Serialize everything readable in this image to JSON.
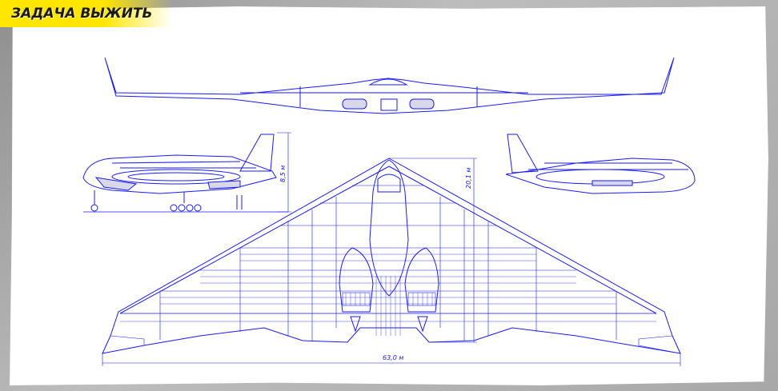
{
  "badge": {
    "text": "ЗАДАЧА ВЫЖИТЬ"
  },
  "dimensions": {
    "height": "8,5 м",
    "length": "20,1 м",
    "span": "63,0 м"
  },
  "colors": {
    "line": "#1a1aff",
    "fill_panel": "#d8d8e8",
    "badge": "#ffe600"
  }
}
